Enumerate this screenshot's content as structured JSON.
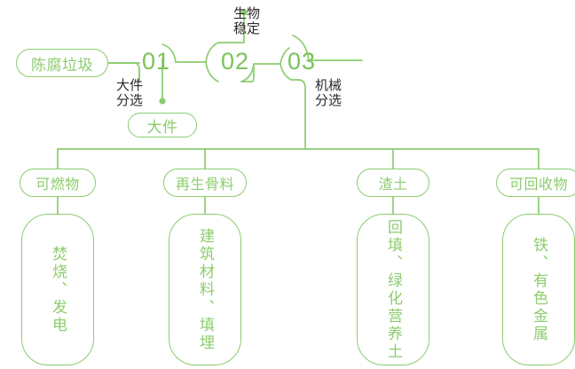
{
  "diagram": {
    "title_node": {
      "label": "陈腐垃圾"
    },
    "accent_color": "#8ccc6e",
    "number_color": "#7ac35c",
    "label_color": "#2b2b2b",
    "stages": [
      {
        "number": "01",
        "process_label": "大件\n分选",
        "output": "大件"
      },
      {
        "number": "02",
        "process_label": "生物\n稳定",
        "output": ""
      },
      {
        "number": "03",
        "process_label": "机械\n分选",
        "output": ""
      }
    ],
    "outputs": [
      {
        "pill": "可燃物",
        "detail": "焚烧、发电"
      },
      {
        "pill": "再生骨料",
        "detail": "建筑材料、填埋"
      },
      {
        "pill": "渣土",
        "detail": "回填、绿化营养土"
      },
      {
        "pill": "可回收物",
        "detail": "铁、有色金属"
      }
    ]
  }
}
